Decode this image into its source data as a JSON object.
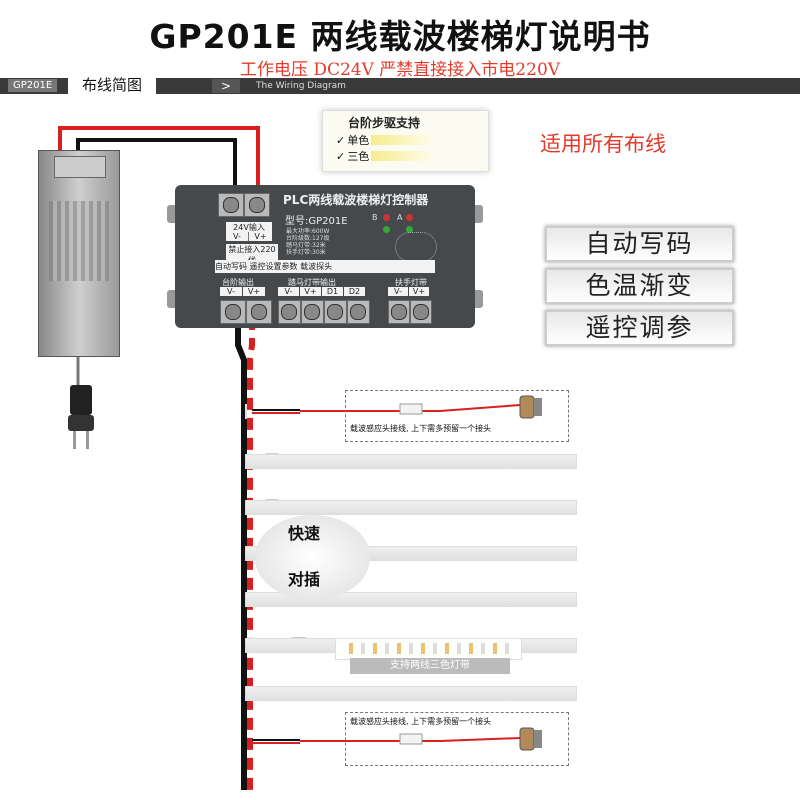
{
  "header": {
    "title": "GP201E  两线载波楼梯灯说明书",
    "warning": "工作电压 DC24V   严禁直接接入市电220V"
  },
  "subbar": {
    "tag": "GP201E",
    "wiring_label": "布线简图",
    "arrow": ">",
    "wiring_en": "The Wiring Diagram"
  },
  "support": {
    "title": "台阶步驱支持",
    "options": [
      {
        "check": "✓",
        "label": "单色"
      },
      {
        "check": "✓",
        "label": "三色"
      }
    ]
  },
  "applies": "适用所有布线",
  "features": [
    "自动写码",
    "色温渐变",
    "遥控调参"
  ],
  "controller": {
    "title": "PLC两线载波楼梯灯控制器",
    "model": "型号:GP201E",
    "specs": [
      "最大功率:600W",
      "台阶级数:127级",
      "踏马灯带:32米",
      "扶手灯带:30米"
    ],
    "indicator_letters": [
      "B",
      "A"
    ],
    "input": {
      "label": "24V输入",
      "neg": "V-",
      "pos": "V+",
      "warn": "禁止接入220伏"
    },
    "feature_strip": "自动写码  遥控设置参数  载波探头",
    "groups": [
      {
        "label": "台阶输出",
        "pins": [
          "V-",
          "V+"
        ]
      },
      {
        "label": "踏马灯带输出",
        "pins": [
          "V-",
          "V+",
          "D1",
          "D2"
        ]
      },
      {
        "label": "扶手灯带",
        "pins": [
          "V-",
          "V+"
        ]
      }
    ]
  },
  "sensor_note": "载波感应头接线, 上下需多预留一个接头",
  "fast_plug": [
    "快速",
    "对插"
  ],
  "led_note": "支持两线三色灯带",
  "colors": {
    "accent_red": "#e23b2c",
    "controller": "#46494c",
    "wire_red": "#d82020",
    "wire_black": "#111111"
  }
}
